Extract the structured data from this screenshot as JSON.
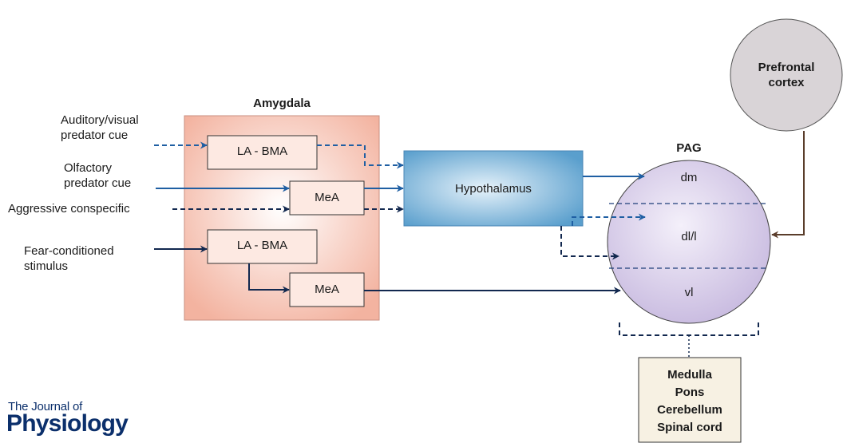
{
  "colors": {
    "amygdala_fill_center": "#ffffff",
    "amygdala_fill_edge": "#f3b3a0",
    "hypothalamus_fill_center": "#e6f2fa",
    "hypothalamus_fill_edge": "#5a9fcd",
    "pag_fill_center": "#f4f0fa",
    "pag_fill_edge": "#c7b9df",
    "prefrontal_fill": "#d9d4d7",
    "outputs_fill": "#f7f1e3",
    "arrow_blue": "#1f5fa3",
    "arrow_navy": "#12284f",
    "arrow_brown": "#5a3d2b",
    "logo": "#0b2f6b"
  },
  "amygdala": {
    "title": "Amygdala",
    "nuclei": [
      "LA - BMA",
      "MeA",
      "LA - BMA",
      "MeA"
    ]
  },
  "inputs": {
    "auditory_visual": "Auditory/visual\npredator cue",
    "olfactory": "Olfactory\npredator cue",
    "aggressive": "Aggressive conspecific",
    "fear_conditioned": "Fear-conditioned\nstimulus"
  },
  "hypothalamus": {
    "label": "Hypothalamus"
  },
  "pag": {
    "title": "PAG",
    "columns": [
      "dm",
      "dl/l",
      "vl"
    ]
  },
  "prefrontal": {
    "label": "Prefrontal\ncortex"
  },
  "outputs": {
    "lines": [
      "Medulla",
      "Pons",
      "Cerebellum",
      "Spinal cord"
    ]
  },
  "journal": {
    "line1": "The Journal of",
    "line2": "Physiology"
  }
}
